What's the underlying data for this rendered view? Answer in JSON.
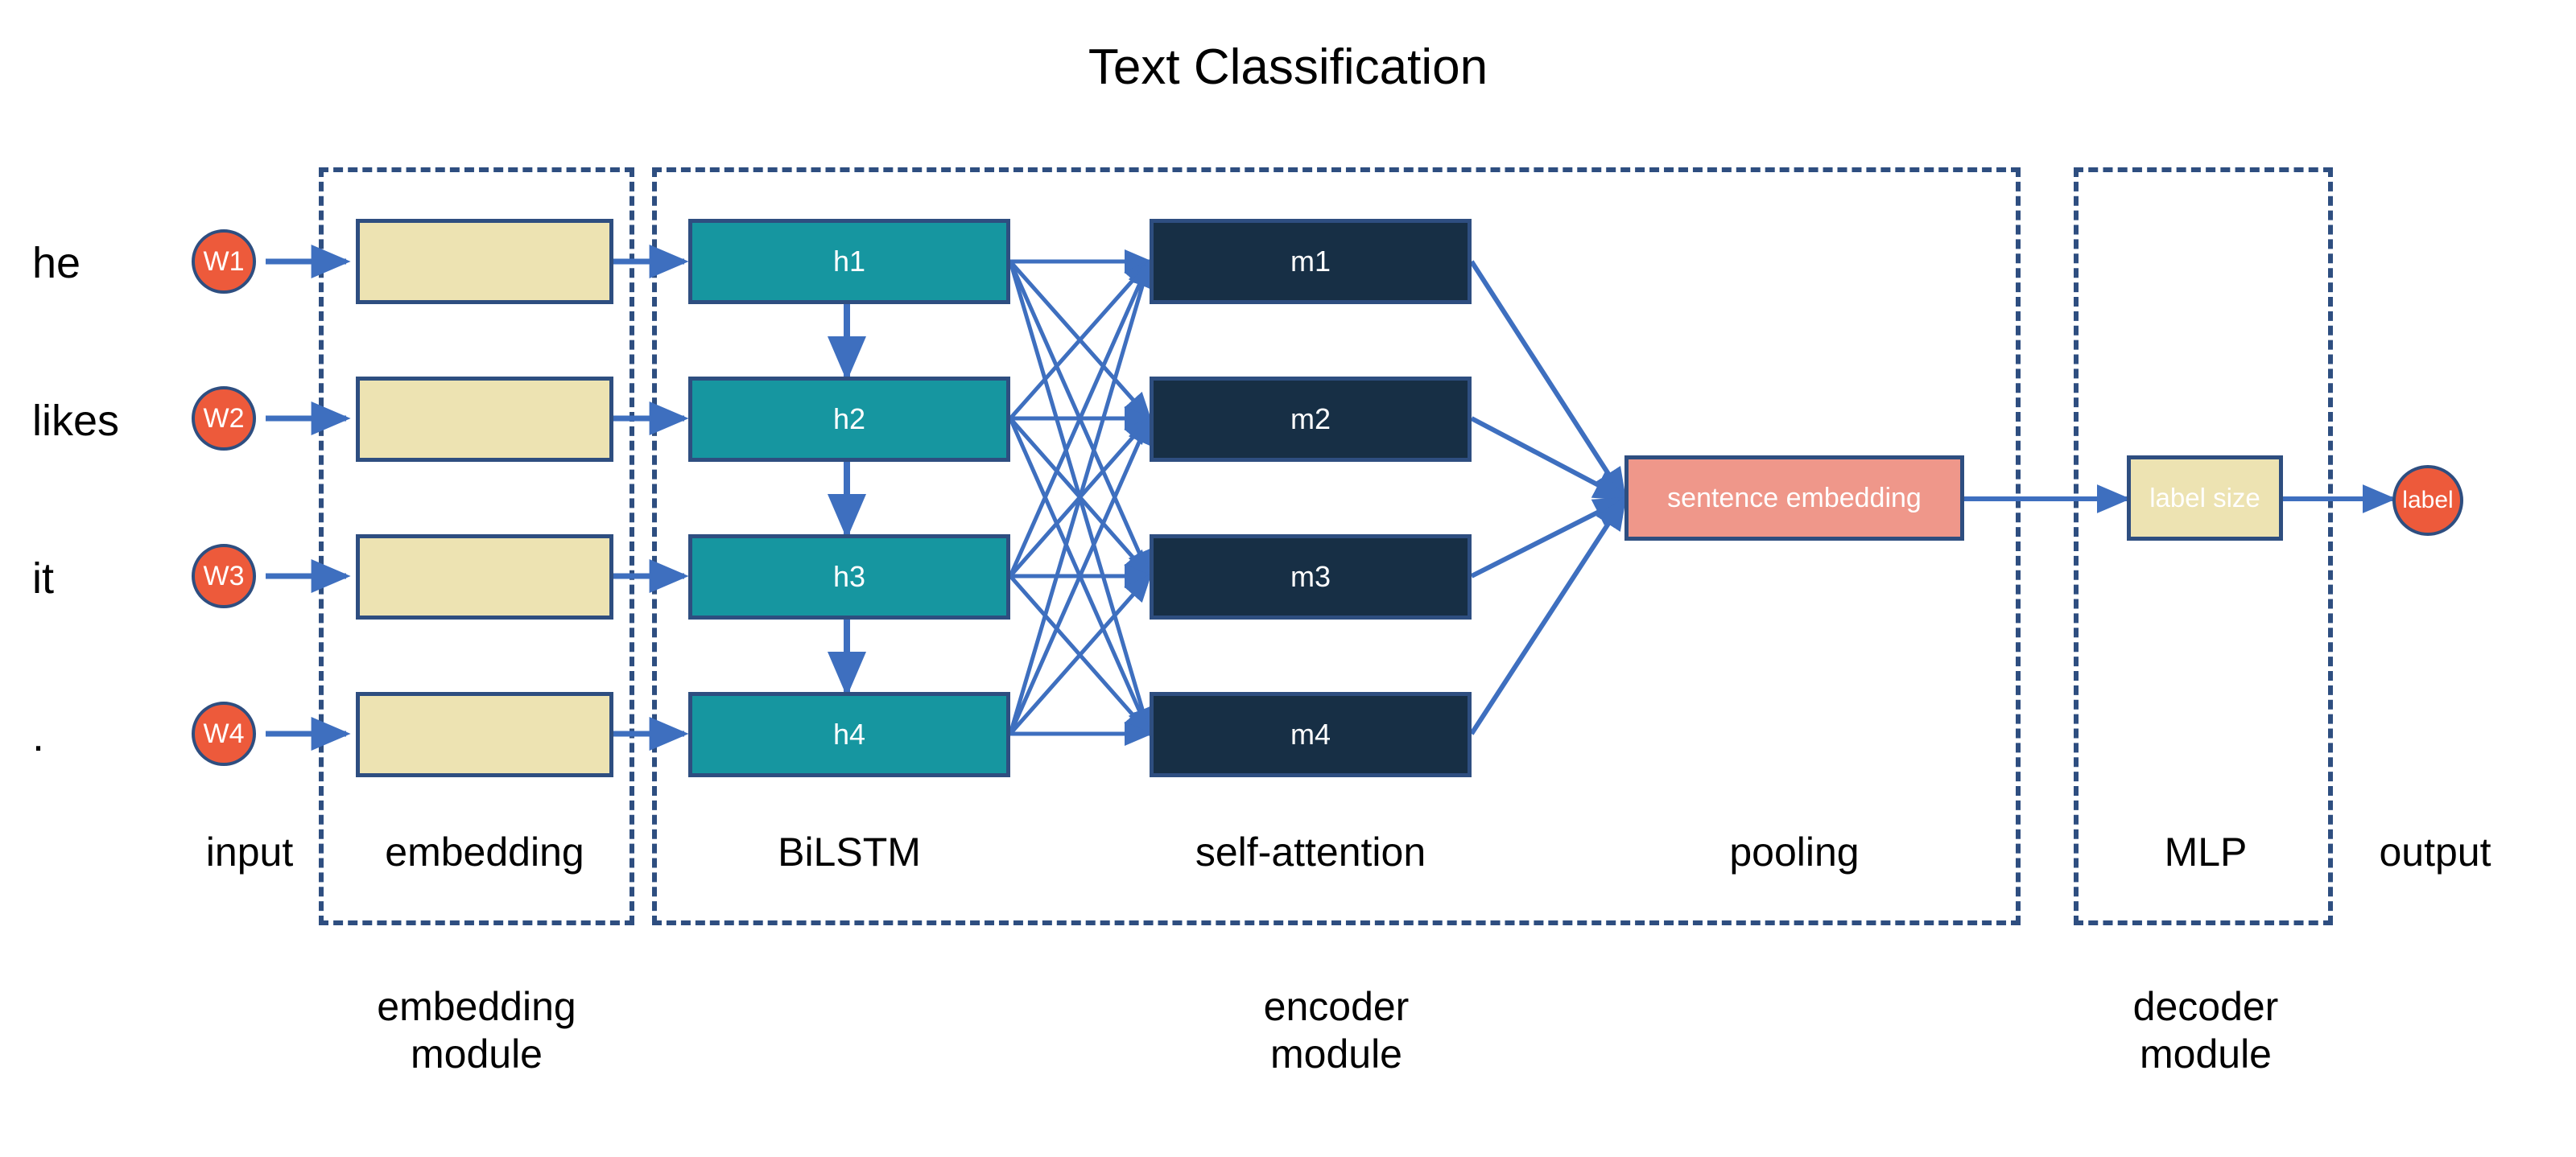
{
  "title": "Text Classification",
  "colors": {
    "accent_blue": "#3E6FBF",
    "frame_blue": "#2E4E80",
    "word_circle": "#ED5A3B",
    "embedding_box": "#EDE3B2",
    "bilstm_box": "#1696A0",
    "attention_box": "#172F45",
    "pooling_box": "#EF978A",
    "background": "#FFFFFF",
    "text_dark": "#000000",
    "text_light": "#FFFFFF"
  },
  "input": {
    "tokens": [
      "he",
      "likes",
      "it",
      "."
    ],
    "word_nodes": [
      "W1",
      "W2",
      "W3",
      "W4"
    ]
  },
  "embedding": {
    "boxes": [
      "",
      "",
      "",
      ""
    ]
  },
  "bilstm": {
    "boxes": [
      "h1",
      "h2",
      "h3",
      "h4"
    ]
  },
  "self_attention": {
    "boxes": [
      "m1",
      "m2",
      "m3",
      "m4"
    ]
  },
  "pooling": {
    "box": "sentence embedding"
  },
  "mlp": {
    "box": "label size"
  },
  "output": {
    "node": "label"
  },
  "stage_captions": [
    "input",
    "embedding",
    "BiLSTM",
    "self-attention",
    "pooling",
    "MLP",
    "output"
  ],
  "module_captions": [
    {
      "line1": "embedding",
      "line2": "module"
    },
    {
      "line1": "encoder",
      "line2": "module"
    },
    {
      "line1": "decoder",
      "line2": "module"
    }
  ]
}
